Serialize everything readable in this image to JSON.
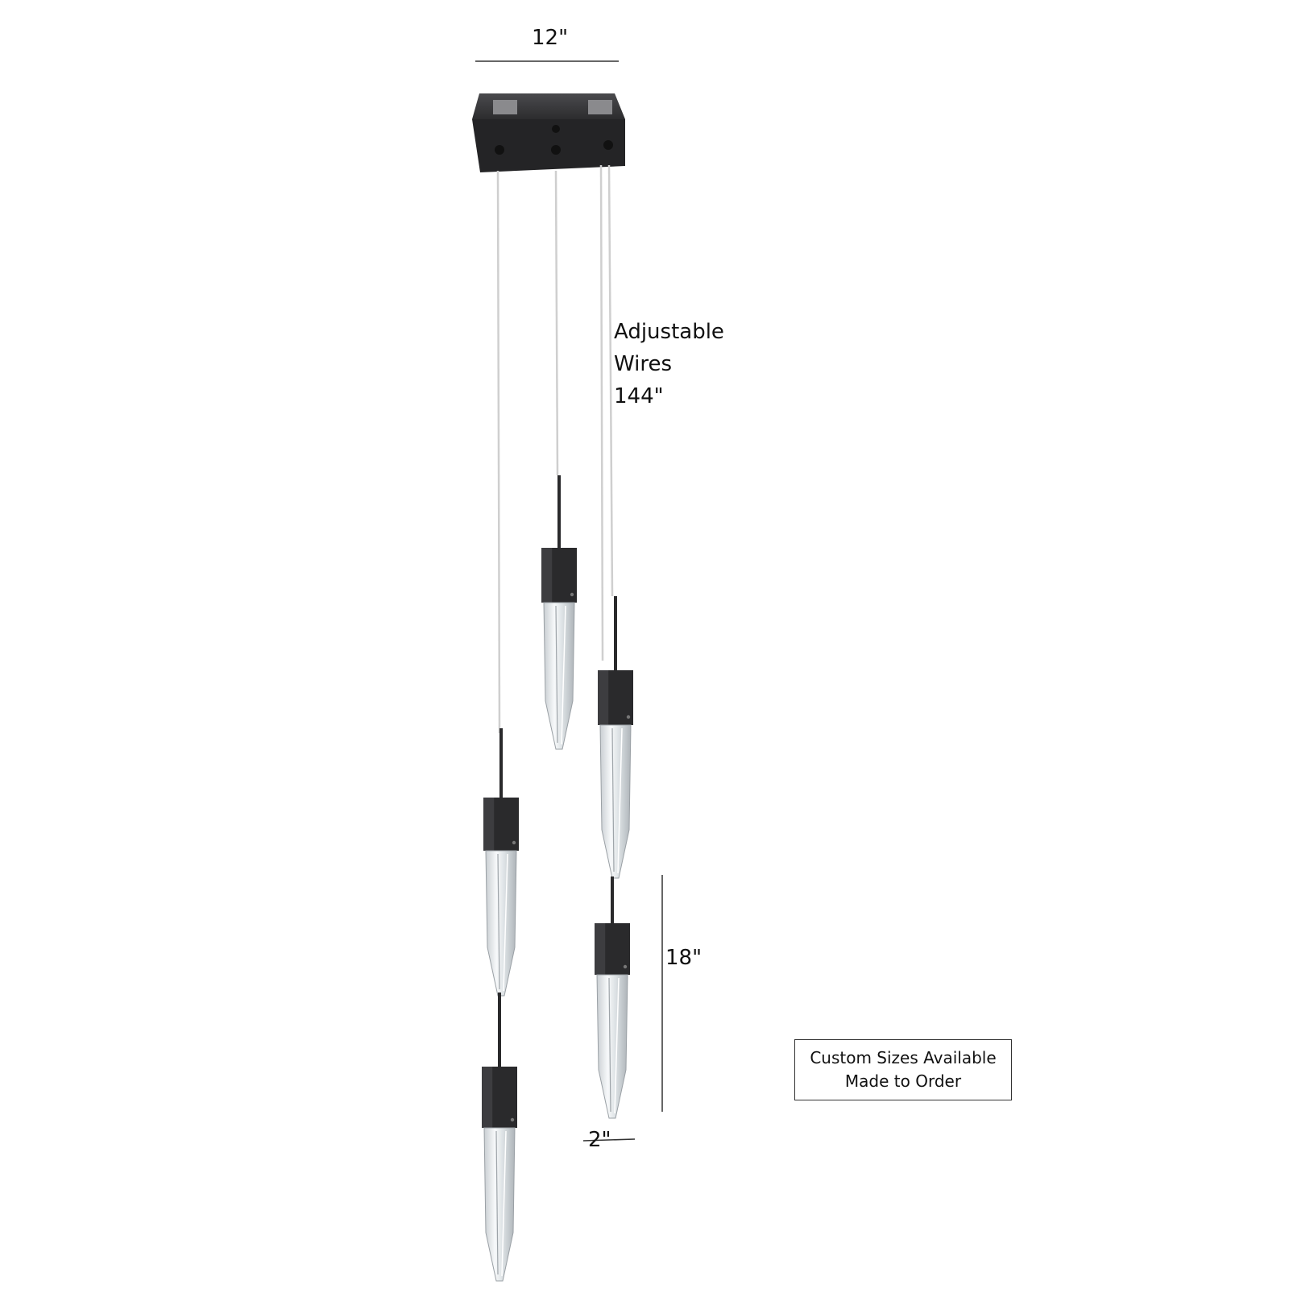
{
  "dimensions": {
    "canopy_width": "12\"",
    "pendant_length": "18\"",
    "pendant_width": "2\""
  },
  "wire_label": {
    "line1": "Adjustable",
    "line2": "Wires",
    "line3": "144\""
  },
  "note": {
    "line1": "Custom Sizes Available",
    "line2": "Made to Order"
  },
  "pendant_count": 5,
  "colors": {
    "finish": "#2a2a2c",
    "glass": "#eef1f3",
    "wire": "#d8d8d8",
    "dimension_line": "#333333"
  }
}
